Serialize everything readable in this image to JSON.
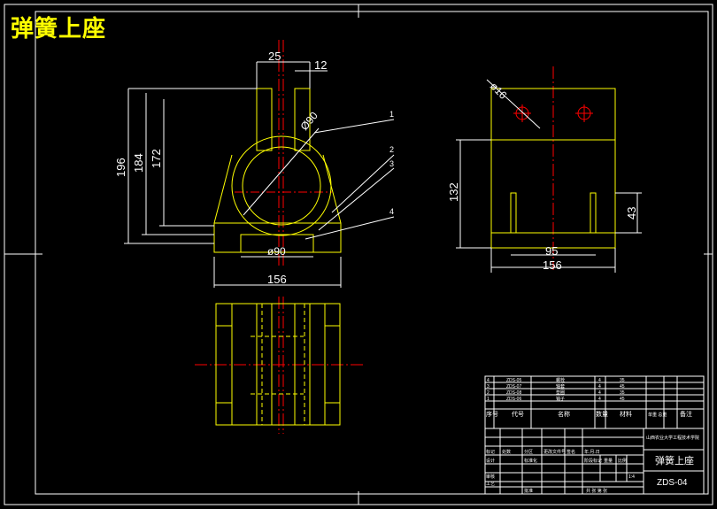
{
  "drawing_title": "弹簧上座",
  "front_view": {
    "dims": {
      "d25": "25",
      "d12": "12",
      "d196": "196",
      "d184": "184",
      "d172": "172",
      "d90": "ø90",
      "dia90": "Ø90",
      "d156": "156"
    },
    "leaders": [
      "1",
      "2",
      "3",
      "4"
    ]
  },
  "side_view": {
    "dims": {
      "phi16": "ø16",
      "d132": "132",
      "d43": "43",
      "d95": "95",
      "d156": "156"
    }
  },
  "title_block": {
    "parts_rows": [
      {
        "no": "4",
        "code": "ZDS-05",
        "name": "螺栓",
        "qty": "4",
        "mat": "35"
      },
      {
        "no": "3",
        "code": "ZDS-07",
        "name": "轴套",
        "qty": "4",
        "mat": "45"
      },
      {
        "no": "2",
        "code": "ZDS-08",
        "name": "垫圈",
        "qty": "4",
        "mat": "35"
      },
      {
        "no": "1",
        "code": "ZDS-06",
        "name": "销子",
        "qty": "4",
        "mat": "45"
      }
    ],
    "header": {
      "seq": "序号",
      "code": "代号",
      "name": "名称",
      "qty": "数量",
      "mat": "材料",
      "weight": "单重 总重",
      "note": "备注"
    },
    "school": "山西农业大学工程技术学院",
    "part_title": "弹簧上座",
    "drawing_no": "ZDS-04",
    "scale": "1:4",
    "labels": {
      "mark": "标记",
      "count": "处数",
      "zone": "分区",
      "file": "更改文件号",
      "sign": "签名",
      "date": "年.月.日",
      "design": "设计",
      "standard": "标准化",
      "stage": "阶段标记",
      "weight": "重量",
      "ratio": "比例",
      "review": "审核",
      "craft": "工艺",
      "approve": "批准",
      "sheets": "共 张 第 张"
    }
  }
}
